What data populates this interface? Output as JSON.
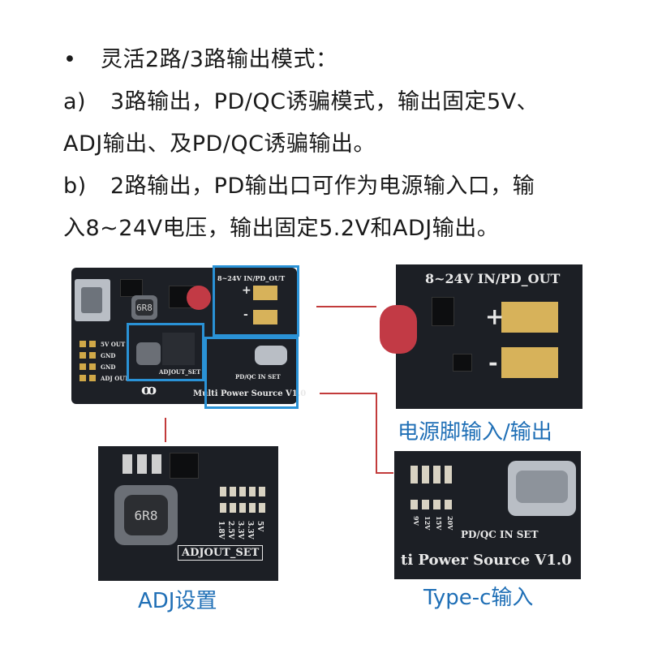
{
  "description": {
    "bullet_mark": "•",
    "line1": "灵活2路/3路输出模式：",
    "item_a_mark": "a)",
    "item_a_text": "3路输出，PD/QC诱骗模式，输出固定5V、",
    "item_a_cont": "ADJ输出、及PD/QC诱骗输出。",
    "item_b_mark": "b)",
    "item_b_text": "2路输出，PD输出口可作为电源输入口，输",
    "item_b_cont": "入8~24V电压，输出固定5.2V和ADJ输出。"
  },
  "board": {
    "silk_in_out": "8~24V IN/PD_OUT",
    "silk_5v_out": "5V OUT",
    "silk_gnd1": "GND",
    "silk_gnd2": "GND",
    "silk_adj_out": "ADJ OUT",
    "silk_adjout_set": "ADJOUT_SET",
    "silk_pd_set": "PD/QC IN SET",
    "silk_brand": "Multi Power Source V1.0",
    "inductor_marking": "6R8",
    "plus": "+",
    "minus": "-"
  },
  "zoom_top_right": {
    "silk": "8~24V IN/PD_OUT",
    "plus": "+",
    "minus": "-"
  },
  "zoom_bottom_left": {
    "inductor_marking": "6R8",
    "silk": "ADJOUT_SET",
    "volt_labels": [
      "1.8V",
      "2.5V",
      "3.3V",
      "3.3V",
      "5V"
    ]
  },
  "zoom_bottom_right": {
    "silk_set": "PD/QC IN SET",
    "silk_brand": "ti Power Source V1.0",
    "volt_labels": [
      "9V",
      "12V",
      "15V",
      "20V"
    ]
  },
  "captions": {
    "power_io": "电源脚输入/输出",
    "adj": "ADJ设置",
    "typec": "Type-c输入"
  },
  "colors": {
    "highlight": "#2a92d6",
    "connector_line": "#c23b3b",
    "caption": "#1f6fb6",
    "pcb": "#1d2026",
    "pad": "#d7b25a"
  }
}
